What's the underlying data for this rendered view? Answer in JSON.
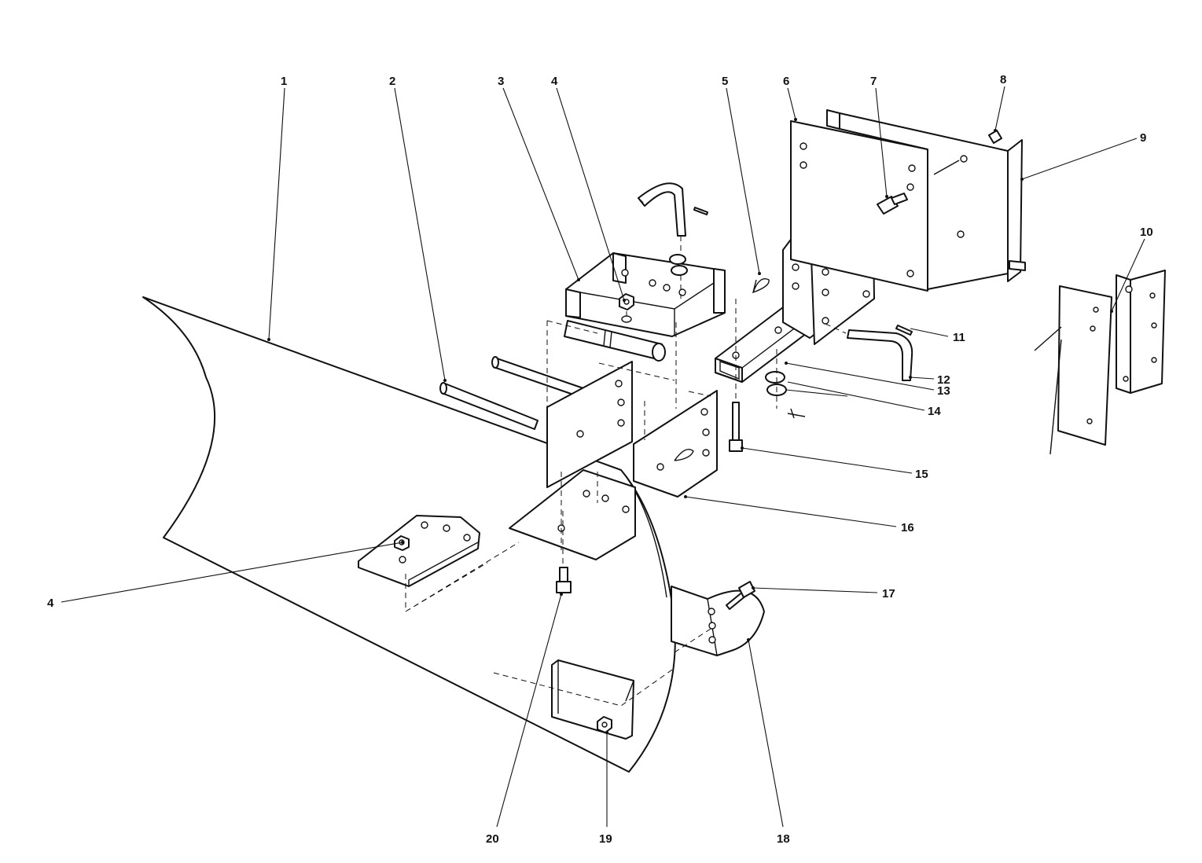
{
  "diagram": {
    "callouts": [
      {
        "id": "c1",
        "text": "1"
      },
      {
        "id": "c2",
        "text": "2"
      },
      {
        "id": "c3",
        "text": "3"
      },
      {
        "id": "c4a",
        "text": "4"
      },
      {
        "id": "c5",
        "text": "5"
      },
      {
        "id": "c6",
        "text": "6"
      },
      {
        "id": "c7",
        "text": "7"
      },
      {
        "id": "c8",
        "text": "8"
      },
      {
        "id": "c9",
        "text": "9"
      },
      {
        "id": "c10",
        "text": "10"
      },
      {
        "id": "c11",
        "text": "11"
      },
      {
        "id": "c12",
        "text": "12"
      },
      {
        "id": "c13",
        "text": "13"
      },
      {
        "id": "c14",
        "text": "14"
      },
      {
        "id": "c15",
        "text": "15"
      },
      {
        "id": "c16",
        "text": "16"
      },
      {
        "id": "c4b",
        "text": "4"
      },
      {
        "id": "c17",
        "text": "17"
      },
      {
        "id": "c18",
        "text": "18"
      },
      {
        "id": "c19",
        "text": "19"
      },
      {
        "id": "c20",
        "text": "20"
      }
    ]
  }
}
